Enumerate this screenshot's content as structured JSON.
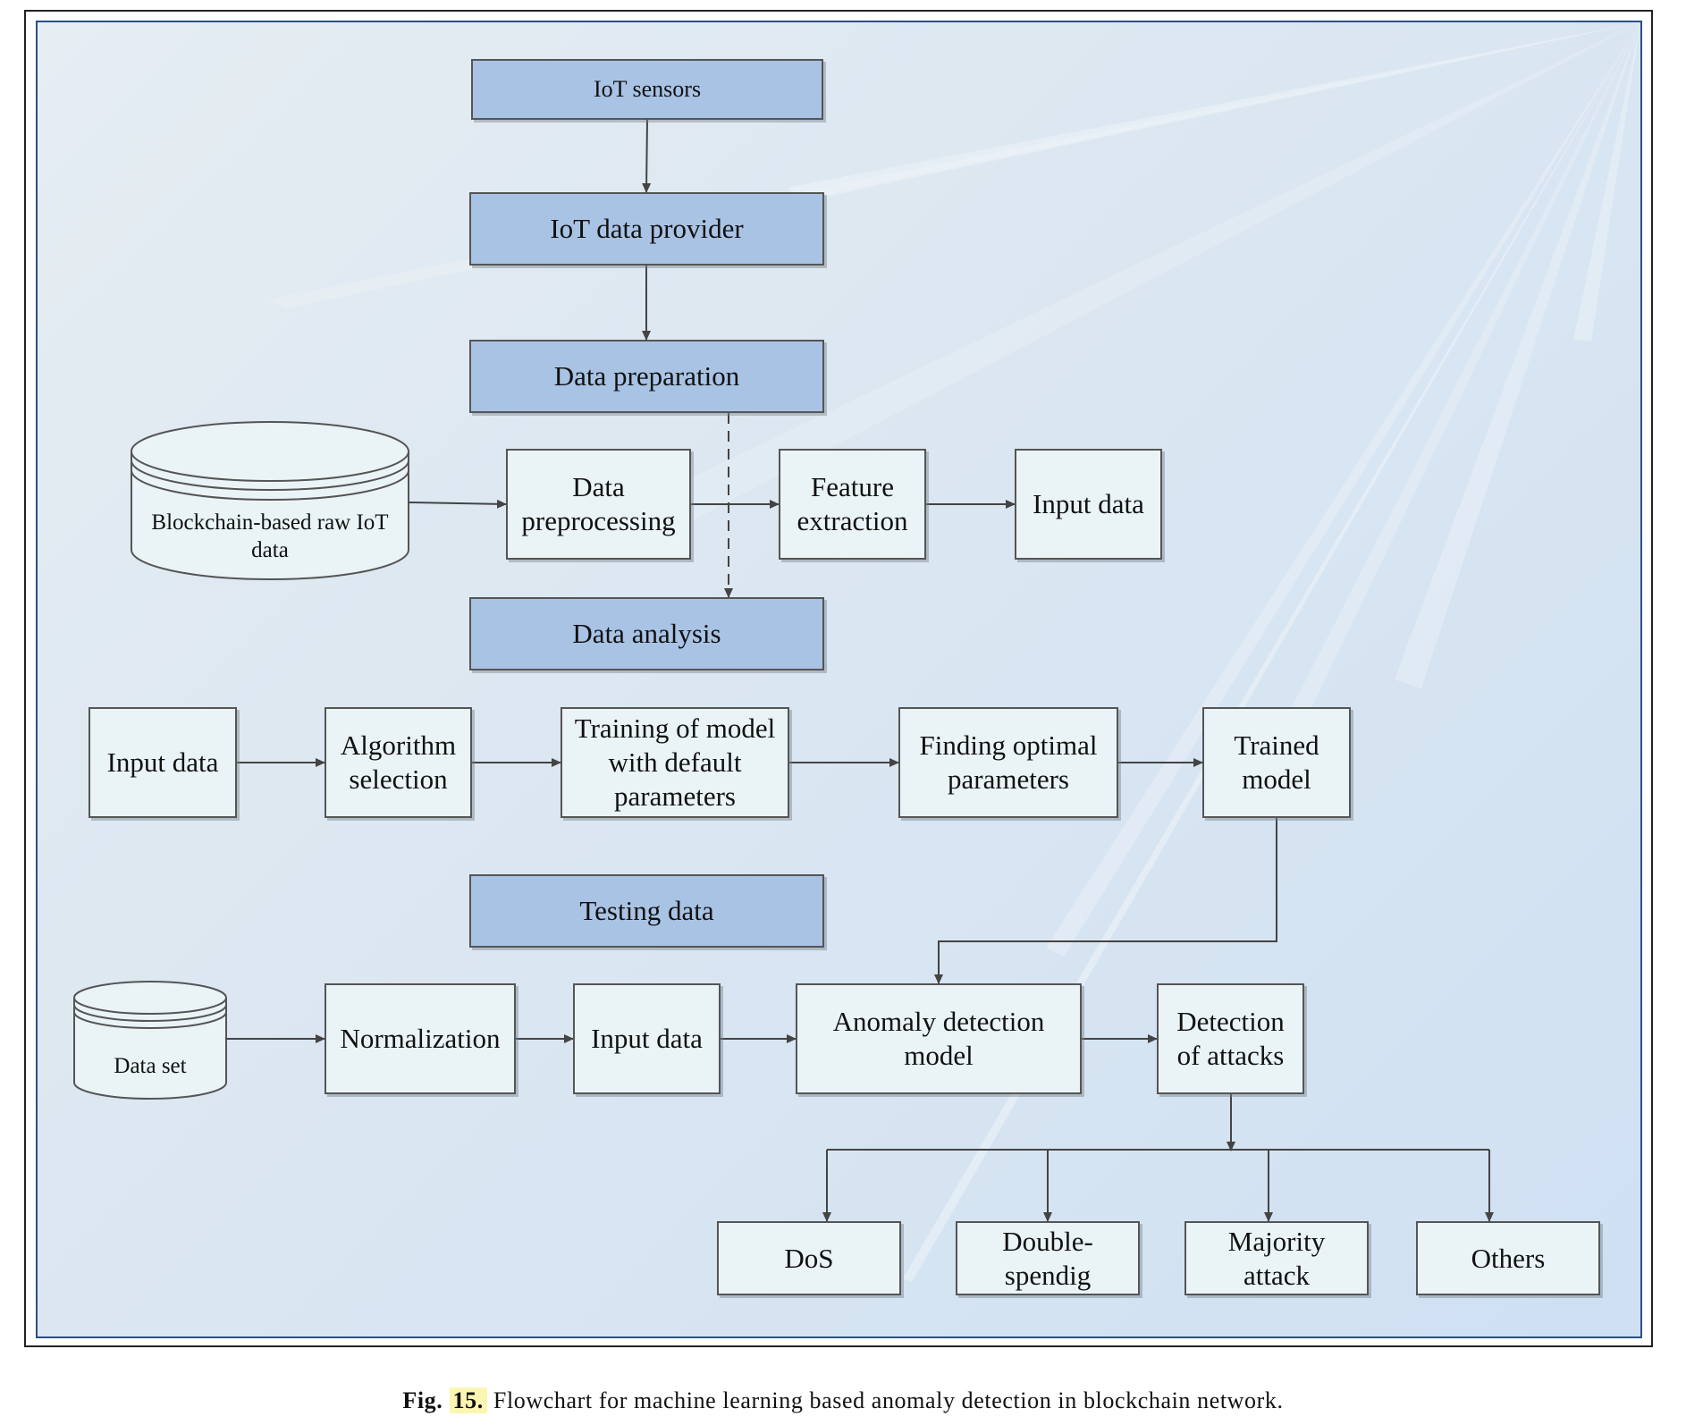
{
  "diagram": {
    "nodes": {
      "iot_sensors": "IoT sensors",
      "iot_data_provider": "IoT data provider",
      "data_preparation": "Data preparation",
      "blockchain_raw_data": "Blockchain-based raw IoT\ndata",
      "data_preprocessing": "Data\npreprocessing",
      "feature_extraction": "Feature\nextraction",
      "input_data_1": "Input data",
      "data_analysis": "Data analysis",
      "input_data_2": "Input data",
      "algorithm_selection": "Algorithm\nselection",
      "training_default": "Training of model\nwith default\nparameters",
      "finding_optimal": "Finding optimal\nparameters",
      "trained_model": "Trained\nmodel",
      "testing_data": "Testing data",
      "data_set": "Data set",
      "normalization": "Normalization",
      "input_data_3": "Input data",
      "anomaly_model": "Anomaly detection\nmodel",
      "detection_attacks": "Detection\nof attacks",
      "dos": "DoS",
      "double_spending": "Double-\nspendig",
      "majority_attack": "Majority\nattack",
      "others": "Others"
    },
    "edges": [
      {
        "from": "iot_sensors",
        "to": "iot_data_provider"
      },
      {
        "from": "iot_data_provider",
        "to": "data_preparation"
      },
      {
        "from": "data_preparation",
        "to": "data_analysis",
        "style": "dashed"
      },
      {
        "from": "blockchain_raw_data",
        "to": "data_preprocessing"
      },
      {
        "from": "data_preprocessing",
        "to": "feature_extraction"
      },
      {
        "from": "feature_extraction",
        "to": "input_data_1"
      },
      {
        "from": "input_data_2",
        "to": "algorithm_selection"
      },
      {
        "from": "algorithm_selection",
        "to": "training_default"
      },
      {
        "from": "training_default",
        "to": "finding_optimal"
      },
      {
        "from": "finding_optimal",
        "to": "trained_model"
      },
      {
        "from": "trained_model",
        "to": "anomaly_model"
      },
      {
        "from": "data_set",
        "to": "normalization"
      },
      {
        "from": "normalization",
        "to": "input_data_3"
      },
      {
        "from": "input_data_3",
        "to": "anomaly_model"
      },
      {
        "from": "anomaly_model",
        "to": "detection_attacks"
      },
      {
        "from": "detection_attacks",
        "to": "dos"
      },
      {
        "from": "detection_attacks",
        "to": "double_spending"
      },
      {
        "from": "detection_attacks",
        "to": "majority_attack"
      },
      {
        "from": "detection_attacks",
        "to": "others"
      }
    ]
  },
  "caption": {
    "fig_label": "Fig.",
    "fig_number": "15.",
    "text": "Flowchart for machine learning based anomaly detection in blockchain network."
  },
  "colors": {
    "header_box": "#a9c3e5",
    "process_box": "#eaf4f6",
    "border": "#555555",
    "frame": "#2a4f86"
  }
}
